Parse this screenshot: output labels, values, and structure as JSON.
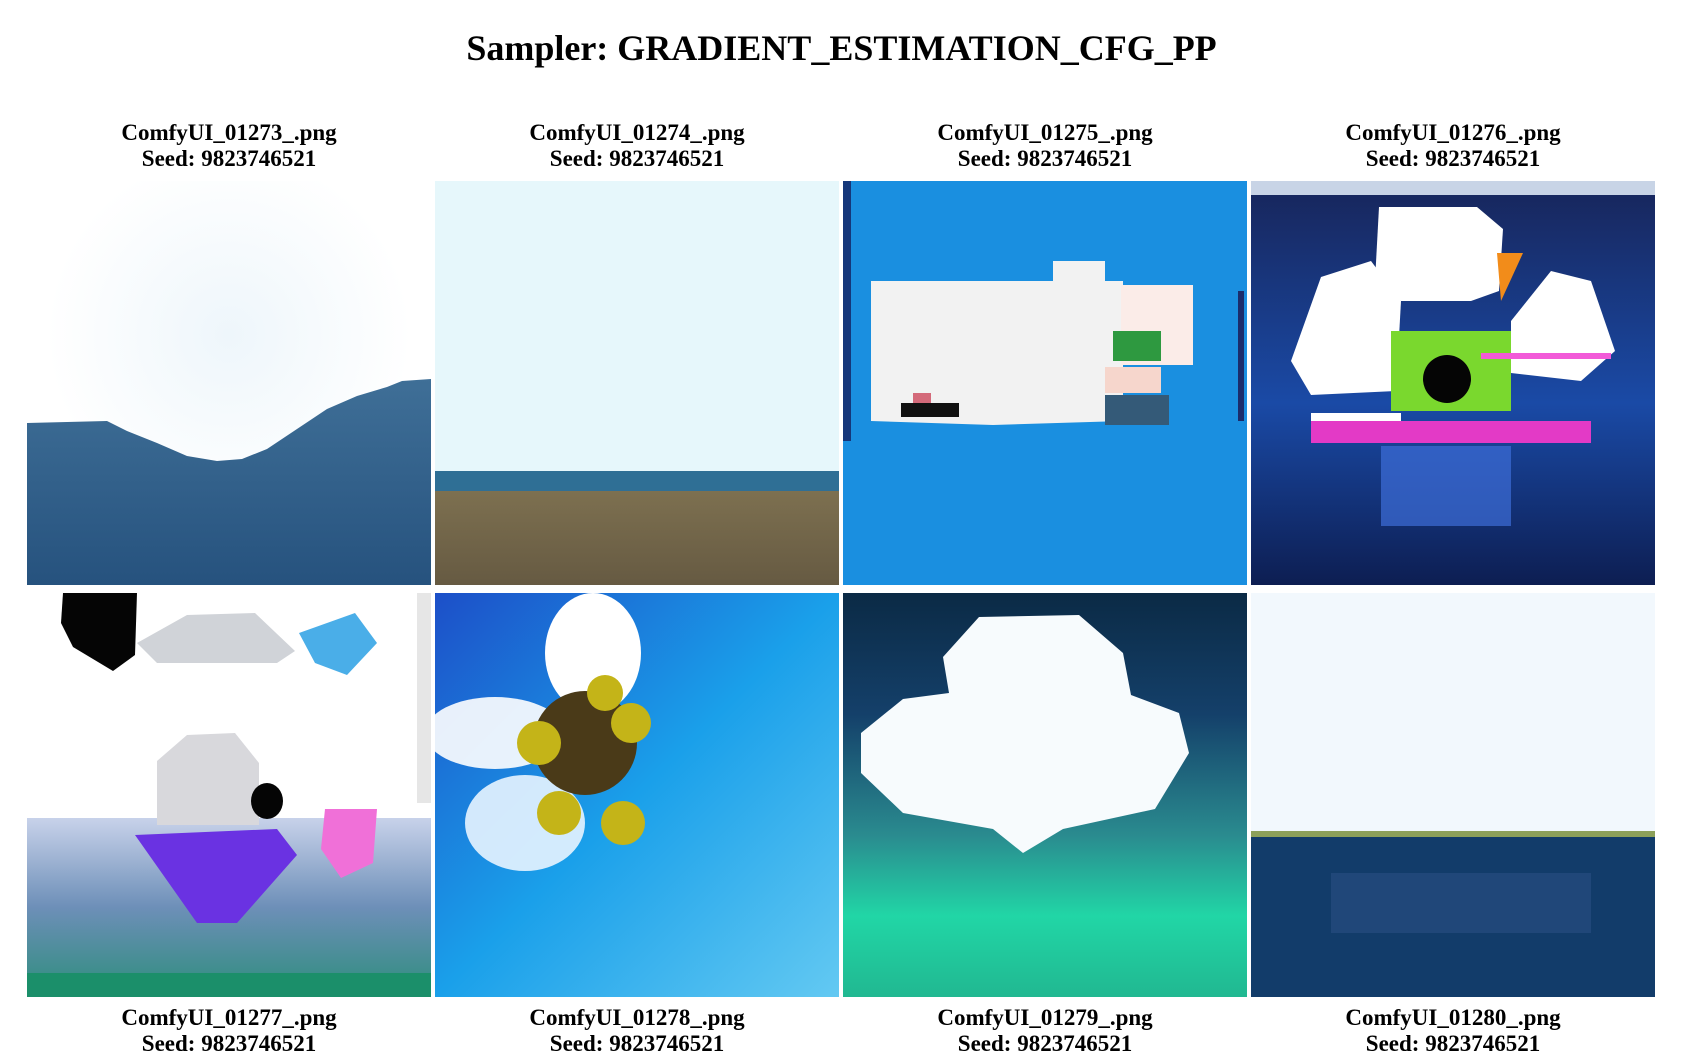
{
  "title": "Sampler: GRADIENT_ESTIMATION_CFG_PP",
  "images": [
    {
      "filename": "ComfyUI_01273_.png",
      "seed": "Seed: 9823746521"
    },
    {
      "filename": "ComfyUI_01274_.png",
      "seed": "Seed: 9823746521"
    },
    {
      "filename": "ComfyUI_01275_.png",
      "seed": "Seed: 9823746521"
    },
    {
      "filename": "ComfyUI_01276_.png",
      "seed": "Seed: 9823746521"
    },
    {
      "filename": "ComfyUI_01277_.png",
      "seed": "Seed: 9823746521"
    },
    {
      "filename": "ComfyUI_01278_.png",
      "seed": "Seed: 9823746521"
    },
    {
      "filename": "ComfyUI_01279_.png",
      "seed": "Seed: 9823746521"
    },
    {
      "filename": "ComfyUI_01280_.png",
      "seed": "Seed: 9823746521"
    }
  ]
}
